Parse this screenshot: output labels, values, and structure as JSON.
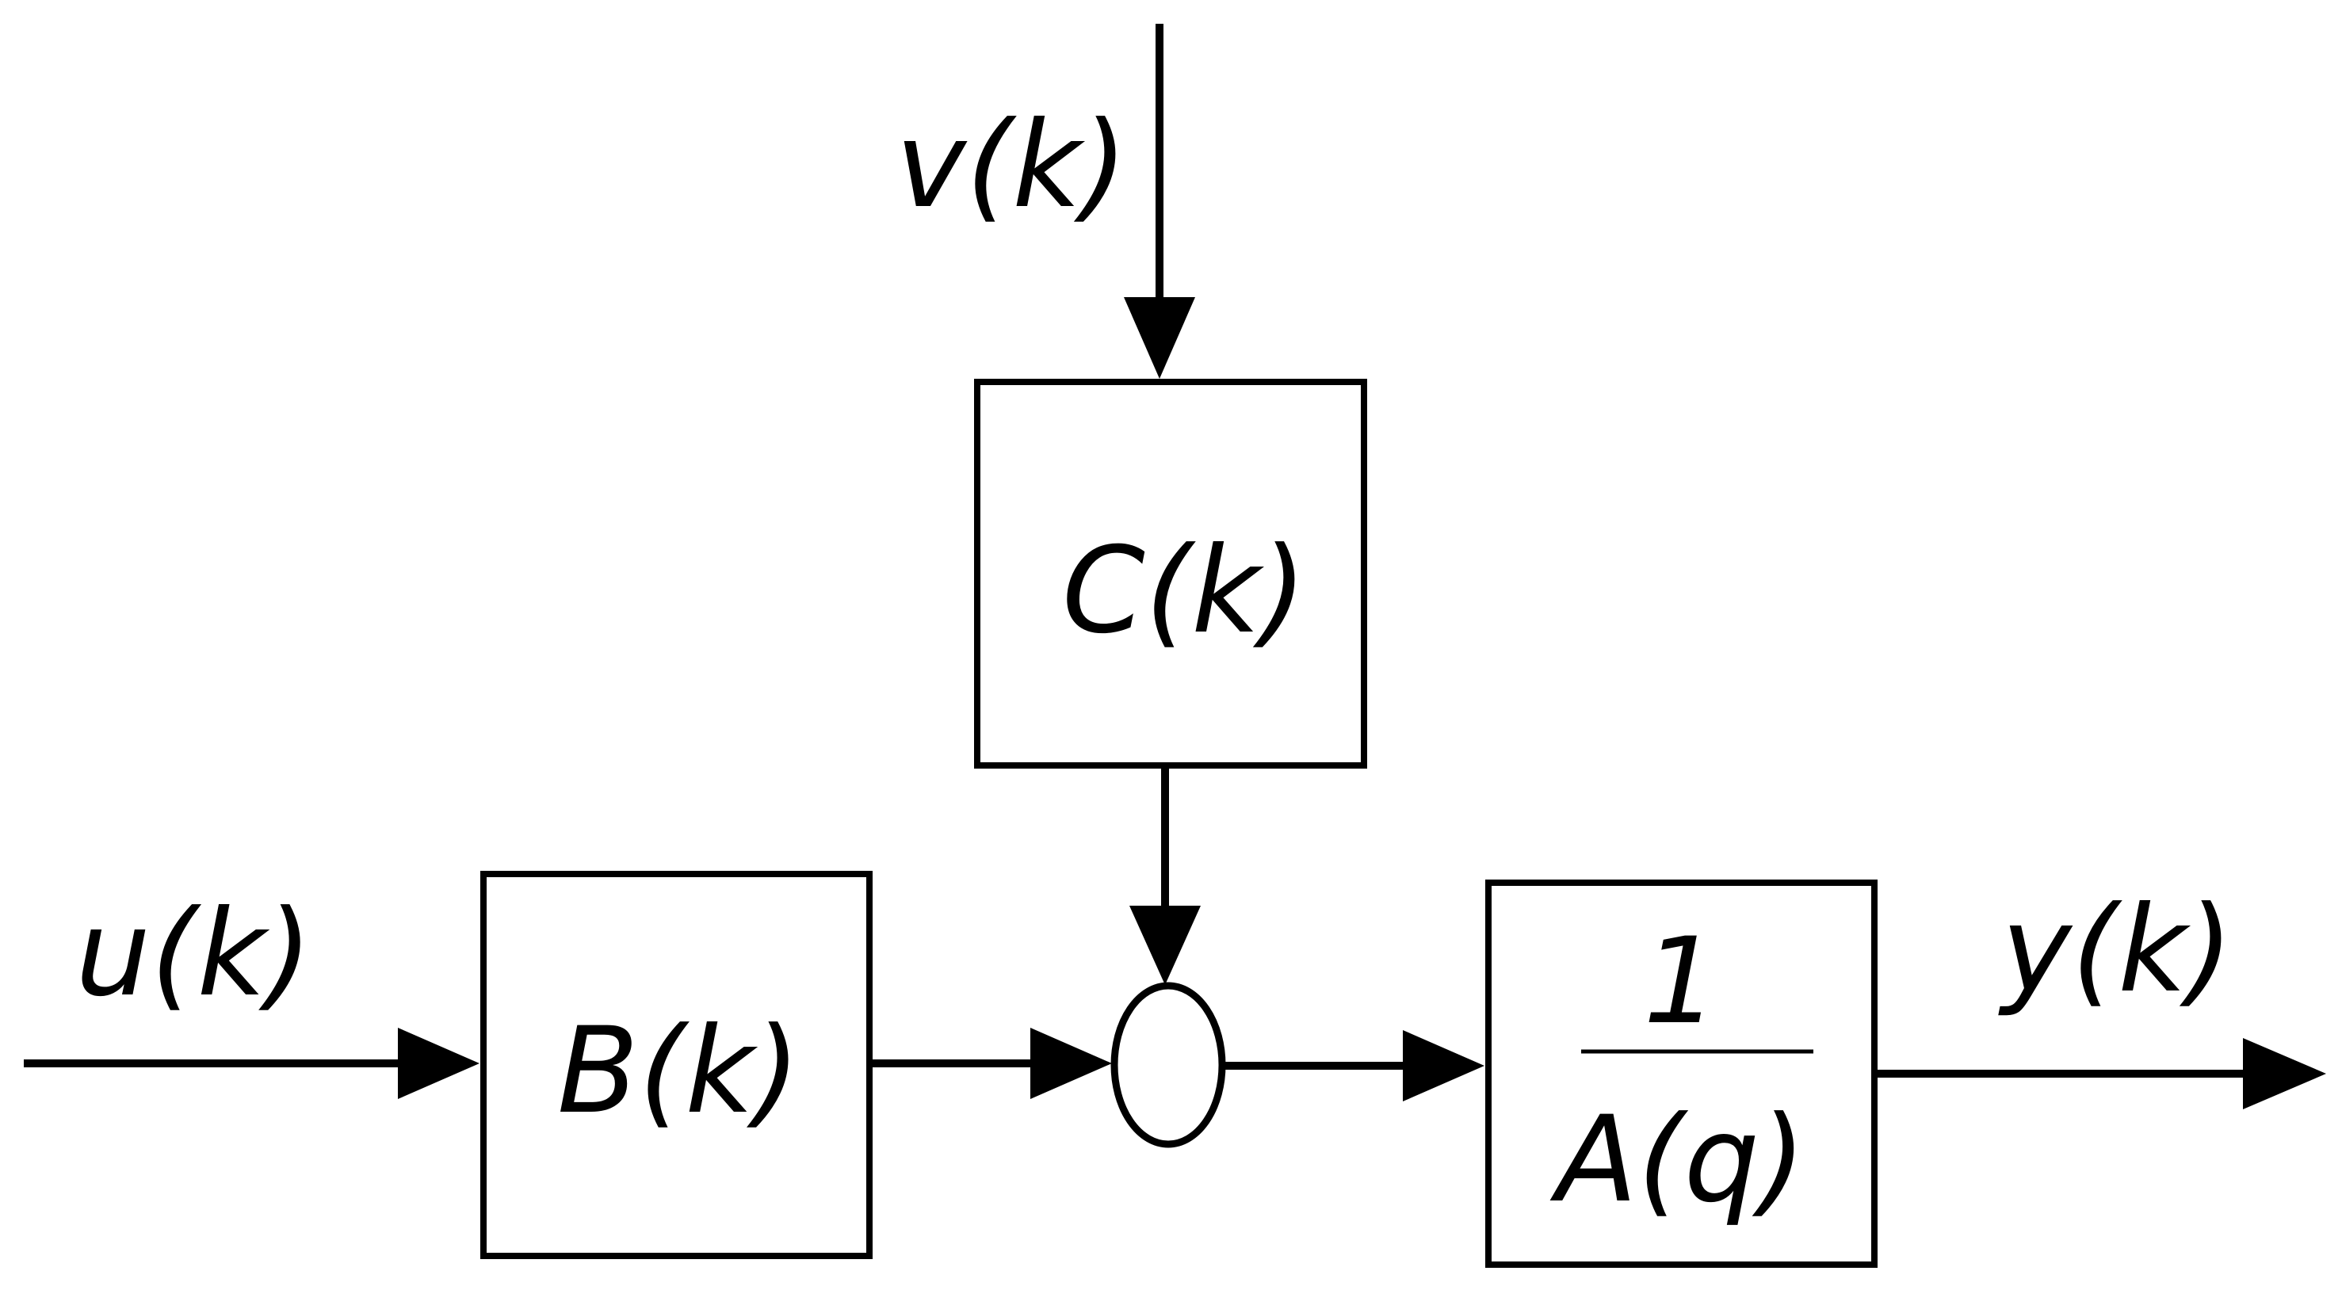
{
  "diagram": {
    "signals": {
      "v": "v(k)",
      "u": "u(k)",
      "y": "y(k)"
    },
    "blocks": {
      "b": "B(k)",
      "c": "C(k)",
      "a_numerator": "1",
      "a_denominator": "A(q)"
    },
    "colors": {
      "stroke": "#000000",
      "background": "#ffffff"
    }
  }
}
